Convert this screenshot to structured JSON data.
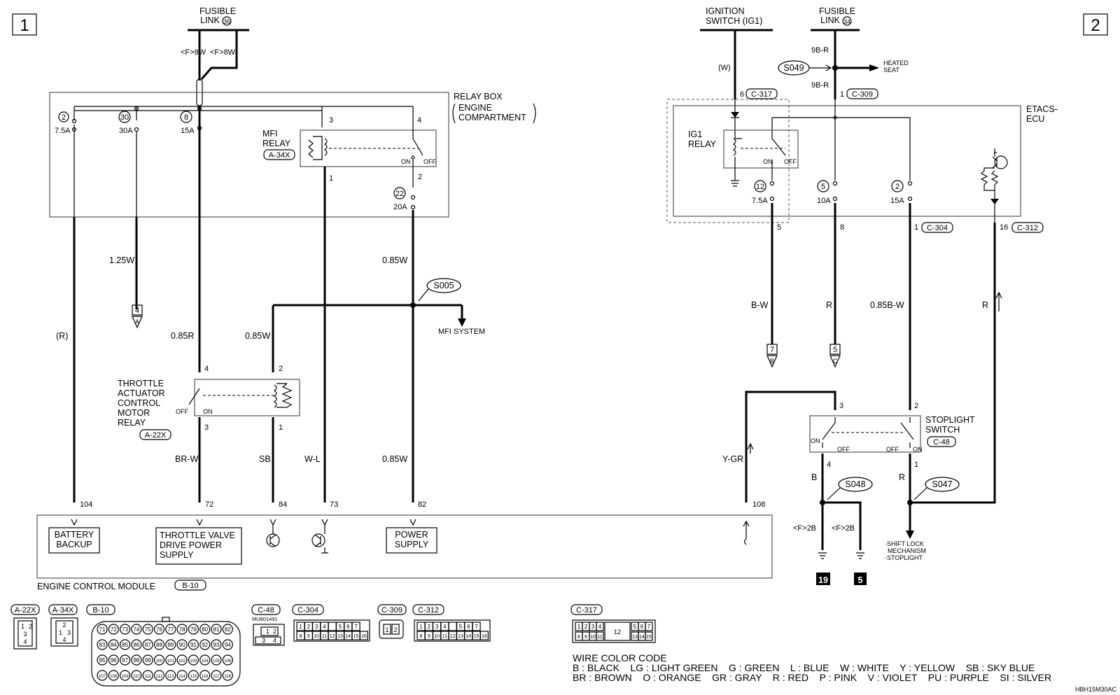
{
  "sheets": {
    "left": "1",
    "right": "2"
  },
  "fusible_links": {
    "left": {
      "label": "FUSIBLE",
      "label2": "LINK",
      "num": "36"
    },
    "right": {
      "label": "FUSIBLE",
      "label2": "LINK",
      "num": "34"
    }
  },
  "ignition": {
    "line1": "IGNITION",
    "line2": "SWITCH (IG1)"
  },
  "relay_box": {
    "line1": "RELAY BOX",
    "line2": "ENGINE",
    "line3": "COMPARTMENT"
  },
  "fuses_left": [
    {
      "num": "2",
      "amp": "7.5A"
    },
    {
      "num": "30",
      "amp": "30A"
    },
    {
      "num": "8",
      "amp": "15A"
    },
    {
      "num": "22",
      "amp": "20A"
    }
  ],
  "mfi_relay": {
    "line1": "MFI",
    "line2": "RELAY",
    "conn": "A-34X",
    "on": "ON",
    "off": "OFF",
    "pin3": "3",
    "pin4": "4",
    "pin1": "1",
    "pin2": "2"
  },
  "wires_left": {
    "f8w_a": "<F>8W",
    "f8w_b": "<F>8W",
    "r": "(R)",
    "w125": "1.25W",
    "r085": "0.85R",
    "w085a": "0.85W",
    "w085b": "0.85W",
    "w085c": "0.85W",
    "brw": "BR-W",
    "sb": "SB",
    "wl": "W-L"
  },
  "splices": {
    "s005": "S005",
    "s049": "S049",
    "s048": "S048",
    "s047": "S047"
  },
  "mfi_system": "MFI SYSTEM",
  "connector_a": {
    "num": "4",
    "letter": "A"
  },
  "throttle_relay": {
    "line1": "THROTTLE",
    "line2": "ACTUATOR",
    "line3": "CONTROL",
    "line4": "MOTOR",
    "line5": "RELAY",
    "conn": "A-22X",
    "off": "OFF",
    "on": "ON",
    "pin4": "4",
    "pin2": "2",
    "pin3": "3",
    "pin1": "1"
  },
  "ecm": {
    "label": "ENGINE CONTROL MODULE",
    "conn": "B-10",
    "pins": [
      "104",
      "72",
      "84",
      "73",
      "82",
      "108"
    ],
    "battery": [
      "BATTERY",
      "BACKUP"
    ],
    "throttle": [
      "THROTTLE VALVE",
      "DRIVE POWER",
      "SUPPLY"
    ],
    "power": [
      "POWER",
      "SUPPLY"
    ]
  },
  "right": {
    "w": "(W)",
    "b9r_a": "9B-R",
    "b9r_b": "9B-R",
    "heated": [
      "HEATED",
      "SEAT"
    ],
    "pin6": "6",
    "c317": "C-317",
    "pin1": "1",
    "c309": "C-309",
    "etacs": [
      "ETACS-",
      "ECU"
    ],
    "ig1": [
      "IG1",
      "RELAY"
    ],
    "on": "ON",
    "off": "OFF",
    "fuses": [
      {
        "num": "12",
        "amp": "7.5A"
      },
      {
        "num": "5",
        "amp": "10A"
      },
      {
        "num": "2",
        "amp": "15A"
      }
    ],
    "out_pins": {
      "p5": "5",
      "p8": "8",
      "p1": "1",
      "c304": "C-304",
      "p16": "16",
      "c312": "C-312"
    },
    "wires": {
      "bw": "B-W",
      "r": "R",
      "b085w": "0.85B-W",
      "r2": "R",
      "ygr": "Y-GR",
      "b": "B",
      "r3": "R",
      "f2b_a": "<F>2B",
      "f2b_b": "<F>2B"
    },
    "conn_b": {
      "num": "7",
      "letter": "B"
    },
    "conn_c": {
      "num": "5",
      "letter": "C"
    },
    "stoplight": {
      "line1": "STOPLIGHT",
      "line2": "SWITCH",
      "conn": "C-48",
      "pin3": "3",
      "pin2": "2",
      "pin4": "4",
      "pin1": "1",
      "on1": "ON",
      "off1": "OFF",
      "off2": "OFF",
      "on2": "ON"
    },
    "grounds": [
      "19",
      "5"
    ],
    "shift": [
      "·SHIFT LOCK",
      "MECHANISM",
      "·STOPLIGHT"
    ]
  },
  "connectors": {
    "a22x": {
      "label": "A-22X",
      "pins": [
        "1",
        "2",
        "3",
        "4"
      ]
    },
    "a34x": {
      "label": "A-34X",
      "pins": [
        "1",
        "2",
        "3",
        "4"
      ]
    },
    "b10": {
      "label": "B-10",
      "row1": [
        "71",
        "72",
        "73",
        "74",
        "75",
        "76",
        "77",
        "78",
        "79",
        "80",
        "81",
        "82"
      ],
      "row2": [
        "83",
        "84",
        "85",
        "86",
        "87",
        "88",
        "89",
        "90",
        "91",
        "92",
        "93",
        "94"
      ],
      "row3": [
        "95",
        "96",
        "97",
        "98",
        "99",
        "100",
        "101",
        "102",
        "103",
        "104",
        "105",
        "106"
      ],
      "row4": [
        "107",
        "108",
        "109",
        "110",
        "111",
        "112",
        "113",
        "114",
        "115",
        "116",
        "117",
        "118"
      ]
    },
    "c48": {
      "label": "C-48",
      "part": "MU801491",
      "pins": [
        "1",
        "2",
        "3",
        "4"
      ]
    },
    "c304": {
      "label": "C-304",
      "row1": [
        "1",
        "2",
        "3",
        "4",
        "",
        "5",
        "6",
        "7"
      ],
      "row2": [
        "8",
        "9",
        "10",
        "11",
        "12",
        "13",
        "14",
        "15",
        "16"
      ]
    },
    "c309": {
      "label": "C-309",
      "pins": [
        "1",
        "2"
      ]
    },
    "c312": {
      "label": "C-312",
      "row1": [
        "1",
        "2",
        "3",
        "4",
        "",
        "5",
        "6",
        "7"
      ],
      "row2": [
        "8",
        "9",
        "10",
        "11",
        "12",
        "13",
        "14",
        "15",
        "16"
      ]
    },
    "c317": {
      "label": "C-317",
      "row1": [
        "1",
        "2",
        "3",
        "4"
      ],
      "mid": "12",
      "row1b": [
        "5",
        "6",
        "7"
      ],
      "row2": [
        "8",
        "9",
        "10",
        "11"
      ],
      "row2b": [
        "13",
        "14",
        "15"
      ]
    }
  },
  "wire_color_code": {
    "title": "WIRE COLOR CODE",
    "line1": "B : BLACK    LG : LIGHT GREEN    G : GREEN    L : BLUE    W : WHITE    Y : YELLOW    SB : SKY BLUE",
    "line2": "BR : BROWN    O : ORANGE    GR : GRAY    R : RED    P : PINK    V : VIOLET    PU : PURPLE    SI : SILVER"
  },
  "doc_id": "HBH15M30AC"
}
